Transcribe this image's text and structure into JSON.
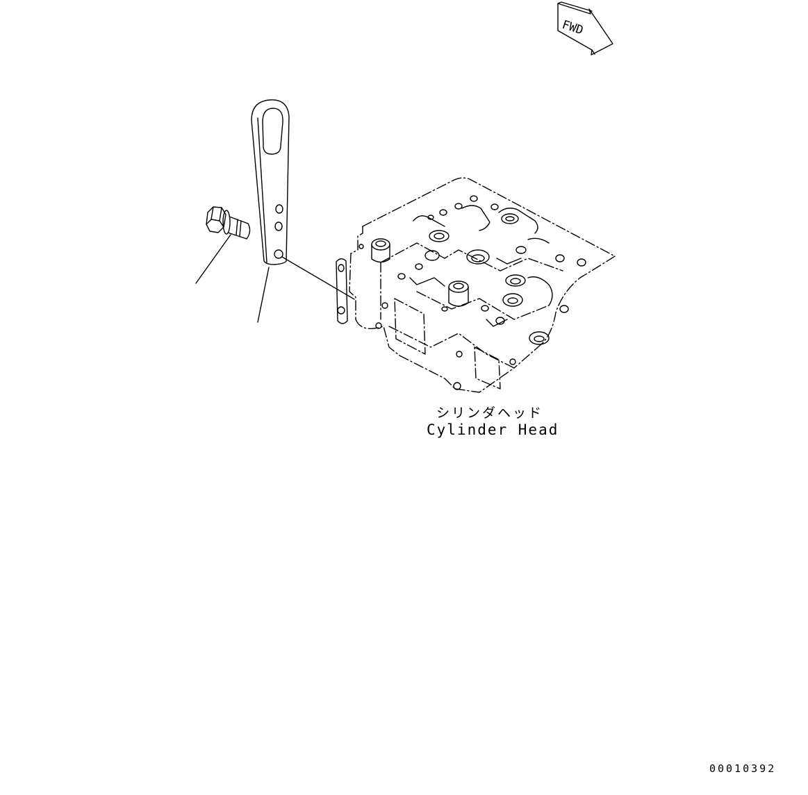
{
  "fwd_arrow": {
    "text": "FWD",
    "icon": "fwd-arrow-icon"
  },
  "parts": [
    {
      "name": "flange-bolt",
      "icon": "bolt-icon"
    },
    {
      "name": "lifting-bracket",
      "icon": "bracket-icon"
    }
  ],
  "cylinder_head": {
    "label_ja": "シリンダヘッド",
    "label_en": "Cylinder Head"
  },
  "document_number": "00010392",
  "line_color": "#000000",
  "background_color": "#ffffff"
}
